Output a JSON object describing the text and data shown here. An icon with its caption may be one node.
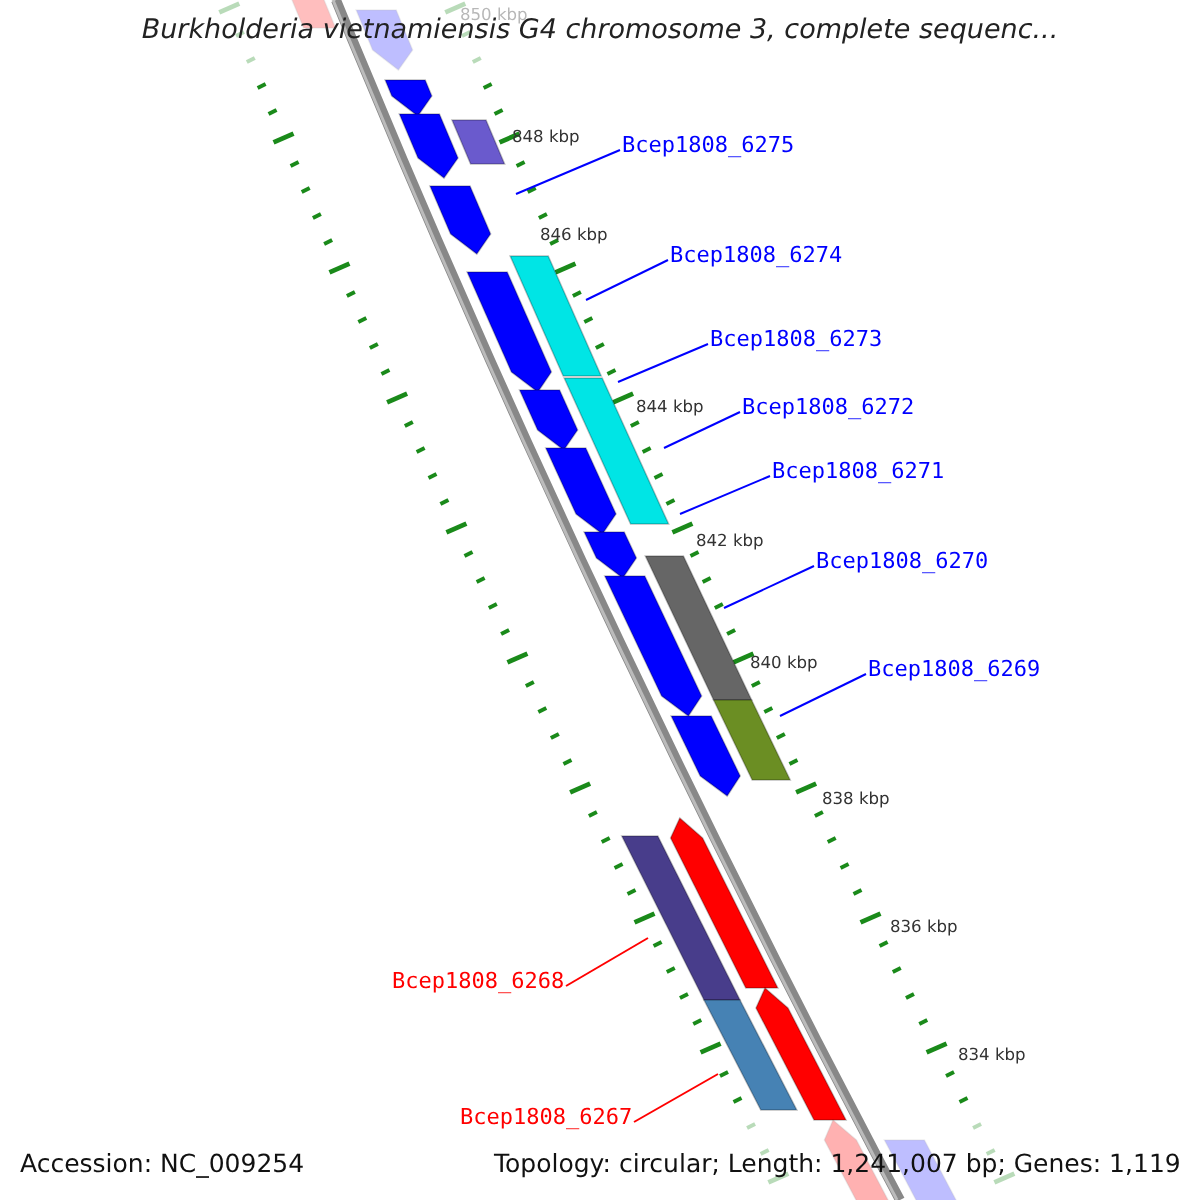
{
  "diagram": {
    "title": "Burkholderia vietnamiensis G4 chromosome 3, complete sequenc...",
    "nodes": [
      {
        "text": [
          "Bcep1808_6275"
        ]
      },
      {
        "text": [
          "Bcep1808_6274"
        ]
      },
      {
        "text": [
          "Bcep1808_6273"
        ]
      },
      {
        "text": [
          "Bcep1808_6272"
        ]
      },
      {
        "text": [
          "Bcep1808_6271"
        ]
      },
      {
        "text": [
          "Bcep1808_6270"
        ]
      },
      {
        "text": [
          "Bcep1808_6269"
        ]
      },
      {
        "text": [
          "Bcep1808_6268"
        ]
      },
      {
        "text": [
          "Bcep1808_6267"
        ]
      }
    ],
    "edges": [
      {
        "from": 0,
        "to": null,
        "arrow": "none"
      },
      {
        "from": 1,
        "to": null,
        "arrow": "none"
      },
      {
        "from": 2,
        "to": null,
        "arrow": "none"
      },
      {
        "from": 3,
        "to": null,
        "arrow": "none"
      },
      {
        "from": 4,
        "to": null,
        "arrow": "none"
      },
      {
        "from": 5,
        "to": null,
        "arrow": "none"
      },
      {
        "from": 6,
        "to": null,
        "arrow": "none"
      },
      {
        "from": 7,
        "to": null,
        "arrow": "none",
        "color": "#ff0000"
      },
      {
        "from": 8,
        "to": null,
        "arrow": "none",
        "color": "#ff0000"
      }
    ],
    "labels": [
      "850 kbp",
      "848 kbp",
      "846 kbp",
      "844 kbp",
      "842 kbp",
      "840 kbp",
      "838 kbp",
      "836 kbp",
      "834 kbp",
      "Accession: NC_009254",
      "Topology: circular; Length: 1,241,007 bp; Genes: 1,119"
    ]
  }
}
